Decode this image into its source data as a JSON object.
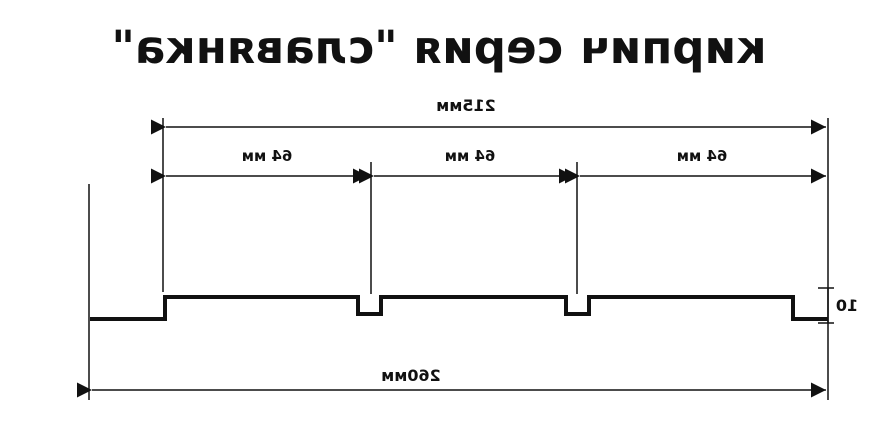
{
  "title": "кирпич серия \"славянка\"",
  "dimensions": {
    "overall_top": "215мм",
    "segment_left": "64 мм",
    "segment_middle": "64 мм",
    "segment_right": "64 мм",
    "height": "10",
    "overall_bottom": "260мм"
  },
  "profile_style": {
    "stroke": "#111111"
  }
}
